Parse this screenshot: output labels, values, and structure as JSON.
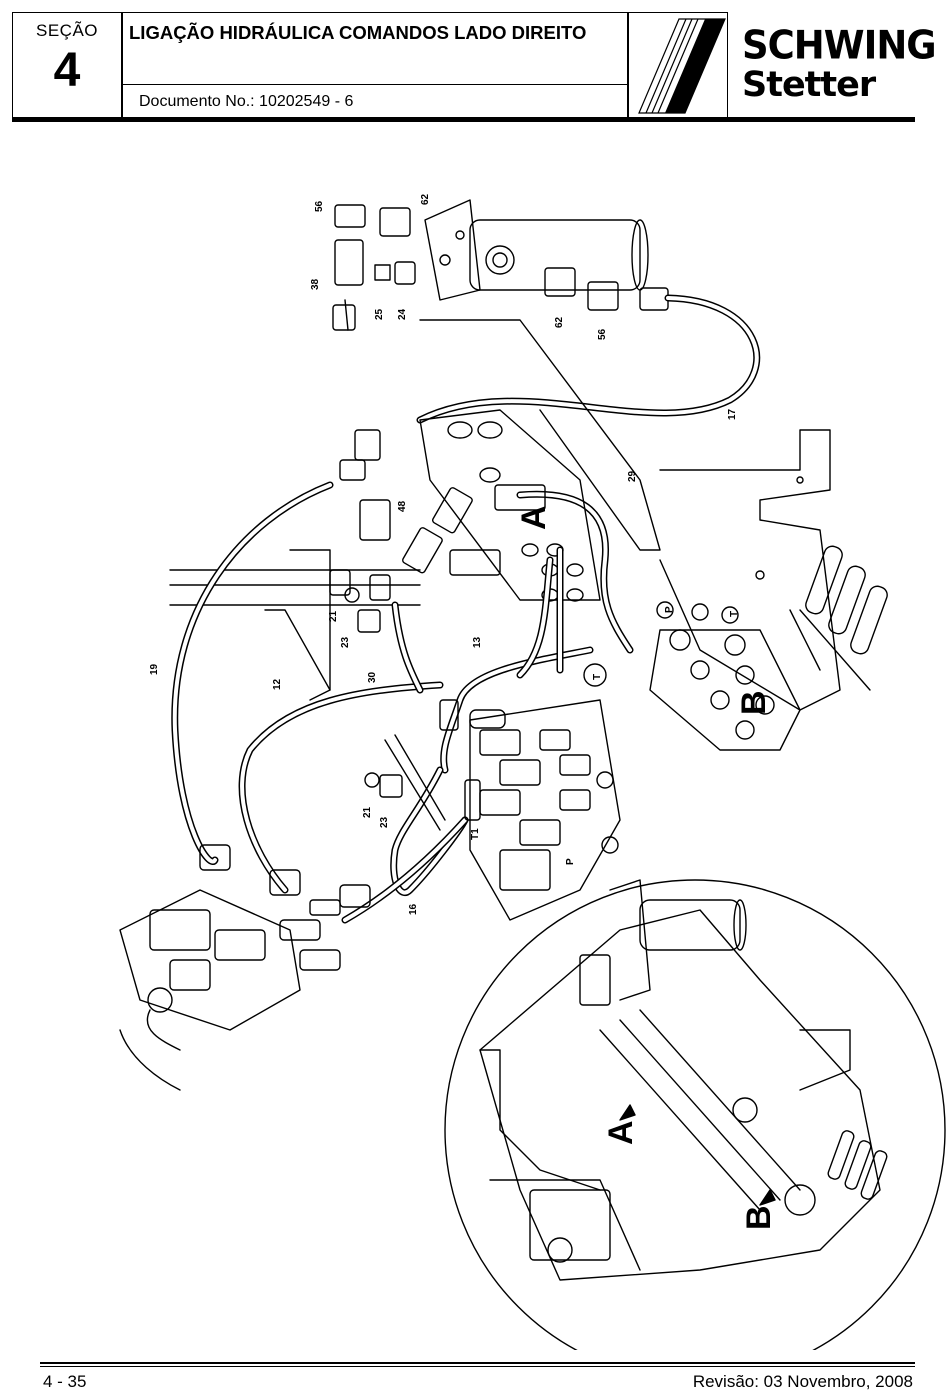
{
  "header": {
    "section_label": "SEÇÃO",
    "section_number": "4",
    "title": "LIGAÇÃO HIDRÁULICA COMANDOS LADO DIREITO",
    "document": "Documento No.: 10202549 - 6",
    "logo_line1": "SCHWING",
    "logo_line2": "Stetter"
  },
  "drawing": {
    "callouts": [
      "56",
      "62",
      "38",
      "25",
      "24",
      "62",
      "56",
      "17",
      "29",
      "48",
      "21",
      "23",
      "30",
      "13",
      "19",
      "12",
      "21",
      "23",
      "16"
    ],
    "view_letters": [
      "A",
      "B"
    ],
    "port_labels": [
      "P",
      "T",
      "T",
      "T1",
      "P"
    ],
    "inset_letters": [
      "A",
      "B"
    ]
  },
  "footer": {
    "page": "4 - 35",
    "revision": "Revisão: 03 Novembro, 2008"
  }
}
